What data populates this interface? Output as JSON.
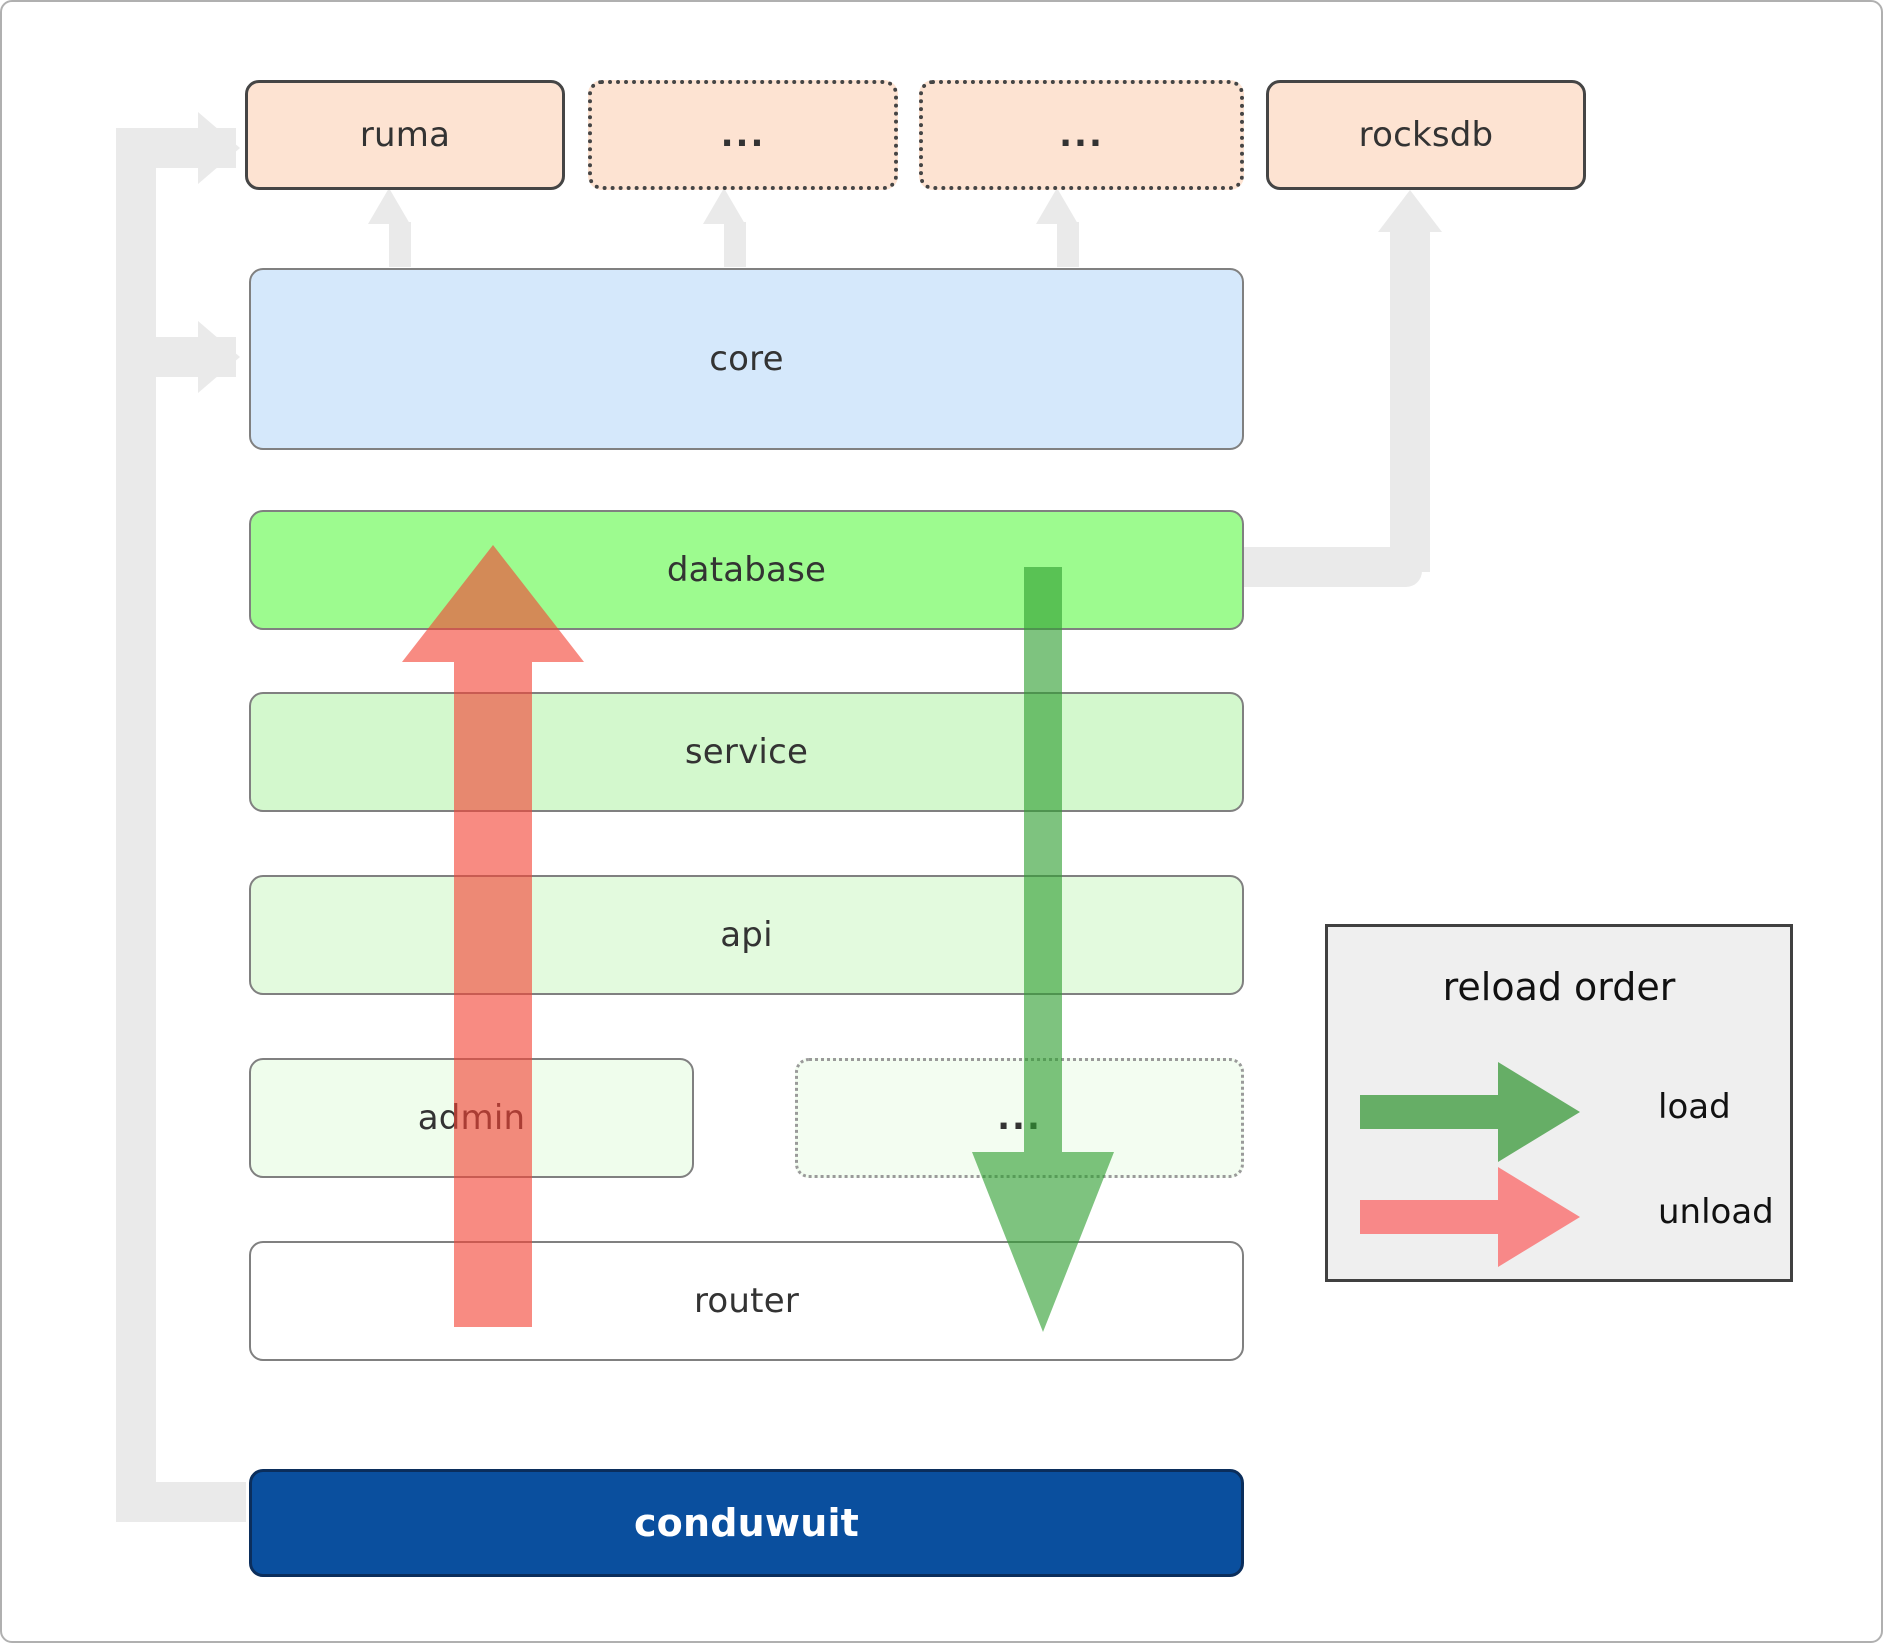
{
  "diagram": {
    "title": "conduwuit crate / reload order architecture",
    "dependencies": [
      {
        "id": "ruma",
        "label": "ruma",
        "style": "solid"
      },
      {
        "id": "dep-ellipsis-1",
        "label": "...",
        "style": "dotted"
      },
      {
        "id": "dep-ellipsis-2",
        "label": "...",
        "style": "dotted"
      },
      {
        "id": "rocksdb",
        "label": "rocksdb",
        "style": "solid"
      }
    ],
    "core": {
      "id": "core",
      "label": "core"
    },
    "layers": [
      {
        "id": "database",
        "label": "database",
        "style": "solid"
      },
      {
        "id": "service",
        "label": "service",
        "style": "solid"
      },
      {
        "id": "api",
        "label": "api",
        "style": "solid"
      },
      {
        "id": "admin",
        "label": "admin",
        "style": "solid"
      },
      {
        "id": "layer-ellipsis",
        "label": "...",
        "style": "dotted"
      },
      {
        "id": "router",
        "label": "router",
        "style": "solid"
      }
    ],
    "root": {
      "id": "conduwuit",
      "label": "conduwuit"
    },
    "legend": {
      "title": "reload order",
      "entries": [
        {
          "id": "load",
          "label": "load",
          "color": "#62b158",
          "direction": "down"
        },
        {
          "id": "unload",
          "label": "unload",
          "color": "#f98686",
          "direction": "up"
        }
      ]
    },
    "colors": {
      "dependency_fill": "#fde3d2",
      "dependency_stroke": "#454545",
      "core_fill": "#d5e8fb",
      "database_fill": "#9dfb8f",
      "service_fill": "#d3f8cd",
      "api_fill": "#e3fade",
      "admin_fill": "#effdec",
      "router_fill": "#ffffff",
      "root_fill": "#0a4f9e",
      "root_text": "#ffffff",
      "connector": "#eaeaea",
      "legend_fill": "#efefef",
      "load_arrow": "#62b158",
      "unload_arrow": "#f98686"
    }
  }
}
